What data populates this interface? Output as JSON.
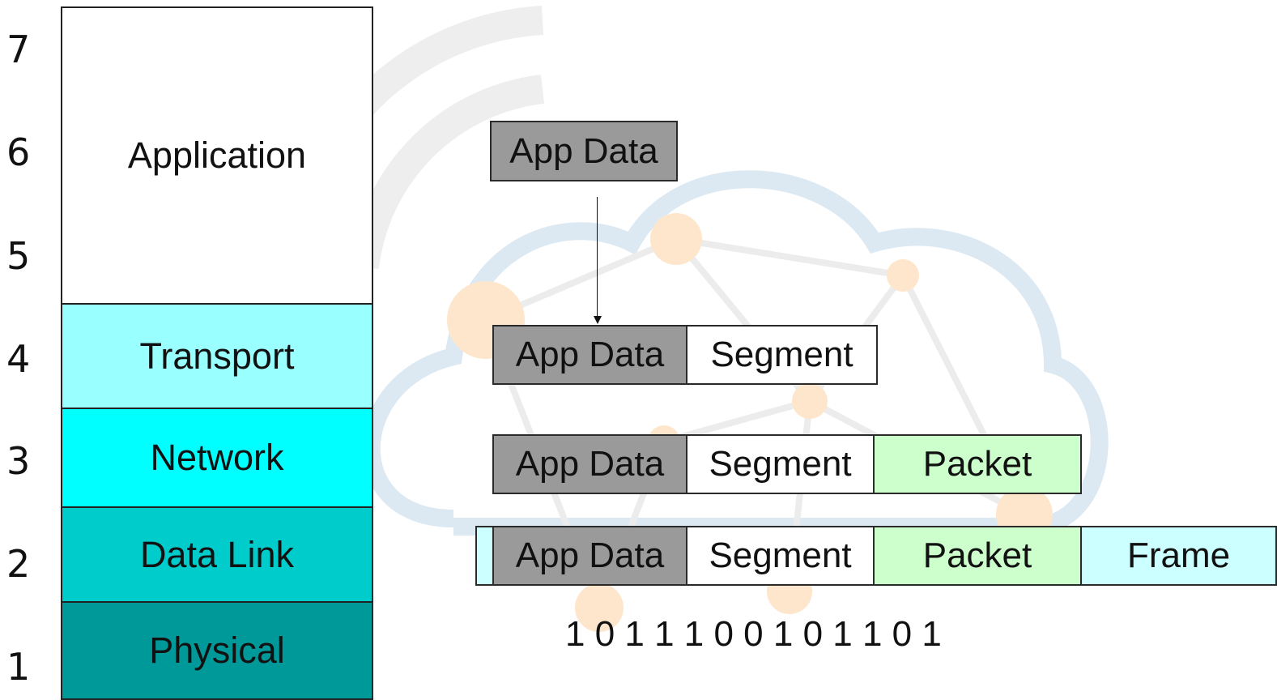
{
  "layers": [
    {
      "number": "7"
    },
    {
      "number": "6"
    },
    {
      "number": "5"
    },
    {
      "number": "4"
    },
    {
      "number": "3"
    },
    {
      "number": "2"
    },
    {
      "number": "1"
    }
  ],
  "stack": {
    "application": "Application",
    "transport": "Transport",
    "network": "Network",
    "data_link": "Data Link",
    "physical": "Physical"
  },
  "encapsulation": {
    "row1": {
      "app": "App Data"
    },
    "row2": {
      "app": "App Data",
      "segment": "Segment"
    },
    "row3": {
      "app": "App Data",
      "segment": "Segment",
      "packet": "Packet"
    },
    "row4": {
      "app": "App Data",
      "segment": "Segment",
      "packet": "Packet",
      "frame": "Frame"
    },
    "bits": "1 0 1 1 1 0 0 1 0 1 1 0 1"
  },
  "colors": {
    "application": "#ffffff",
    "transport": "#99ffff",
    "network": "#00ffff",
    "data_link": "#00cccc",
    "physical": "#009999",
    "app_data": "#9a9a9a",
    "segment": "#ffffff",
    "packet": "#ccffcc",
    "frame": "#ccffff",
    "watermark_gray": "#eeeeee",
    "watermark_blue": "#dce9f2",
    "watermark_orange": "#fde6cc"
  }
}
